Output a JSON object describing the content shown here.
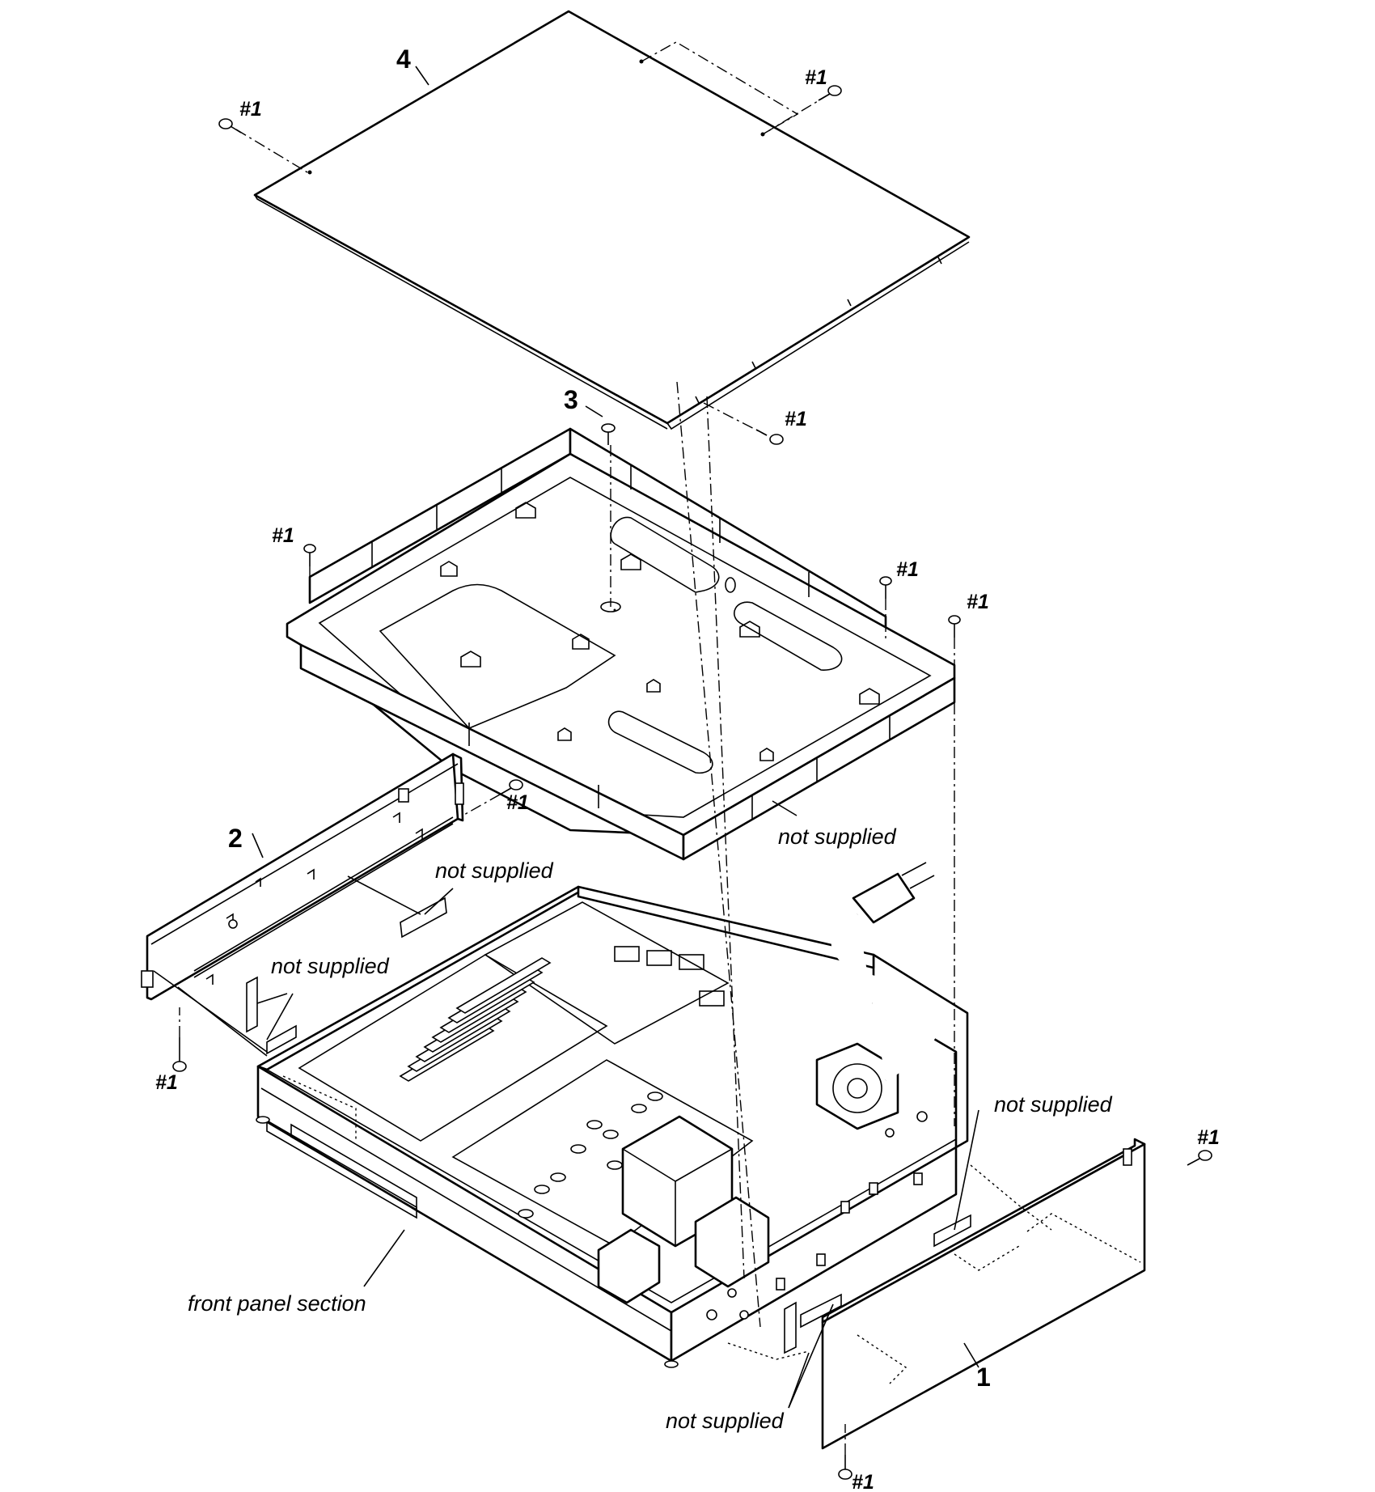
{
  "callouts": {
    "part_1": "1",
    "part_2": "2",
    "part_3": "3",
    "part_4": "4"
  },
  "screw_label": "#1",
  "notes": {
    "not_supplied": "not supplied",
    "front_panel_section": "front panel section"
  }
}
